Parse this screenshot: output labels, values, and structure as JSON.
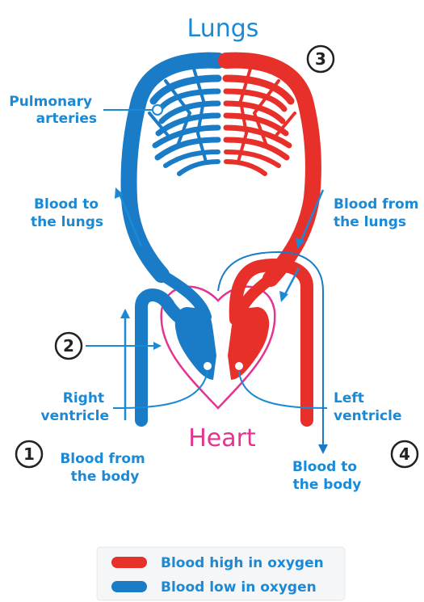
{
  "titles": {
    "lungs": "Lungs",
    "heart": "Heart"
  },
  "labels": {
    "pulmonary_arteries": [
      "Pulmonary",
      "arteries"
    ],
    "blood_to_lungs": [
      "Blood to",
      "the lungs"
    ],
    "blood_from_lungs": [
      "Blood from",
      "the lungs"
    ],
    "right_ventricle": [
      "Right",
      "ventricle"
    ],
    "left_ventricle": [
      "Left",
      "ventricle"
    ],
    "blood_from_body": [
      "Blood from",
      "the body"
    ],
    "blood_to_body": [
      "Blood to",
      "the body"
    ]
  },
  "numbers": [
    "1",
    "2",
    "3",
    "4"
  ],
  "legend": {
    "high": "Blood high in oxygen",
    "low": "Blood low in oxygen"
  },
  "colors": {
    "oxygen_rich": "#e8302a",
    "oxygen_poor": "#1a7cc7",
    "heart_outline": "#e4348f",
    "label_blue": "#1a8ad6"
  }
}
